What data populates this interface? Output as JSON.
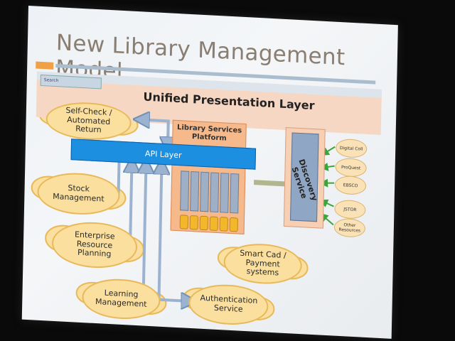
{
  "title": "New Library Management Model",
  "presentation_layer": {
    "label": "Unified Presentation Layer",
    "search_placeholder": "Search"
  },
  "api_layer": "API Layer",
  "library_services_platform": "Library Services Platform",
  "discovery_service": "Discovery Service",
  "sources": [
    "Digital Coll",
    "ProQuest",
    "EBSCO",
    "JSTOR",
    "Other Resources"
  ],
  "systems": {
    "self_check": "Self-Check / Automated Return",
    "stock": "Stock Management",
    "erp": "Enterprise Resource Planning",
    "learning": "Learning Management",
    "auth": "Authentication Service",
    "smart_card": "Smart Cad / Payment systems"
  },
  "colors": {
    "api": "#1d8fe0",
    "cloud": "#fadf9f",
    "platform": "#f5b98c",
    "arrow": "#9bb3d0",
    "source_arrow": "#3aa63a"
  }
}
